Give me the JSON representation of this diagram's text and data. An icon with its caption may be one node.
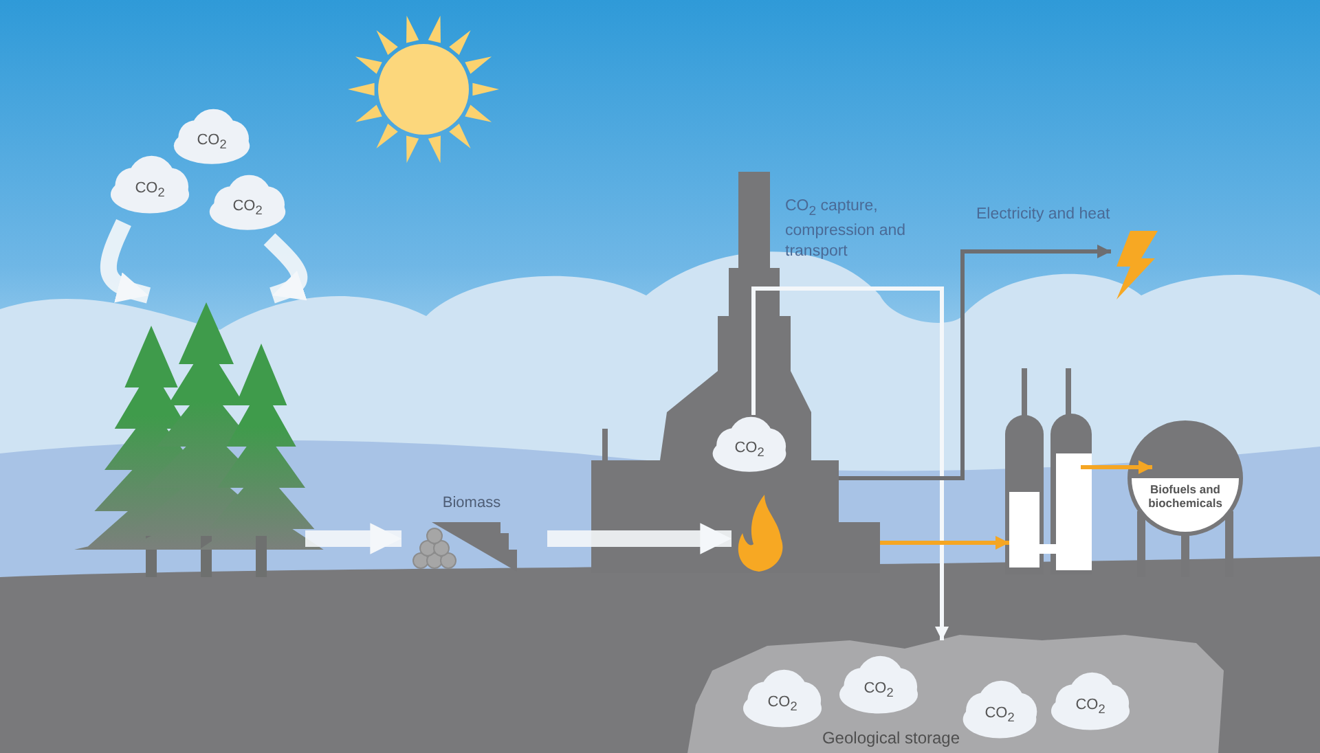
{
  "diagram": {
    "nodes": [
      {
        "text": [
          "CO$_{2}$"
        ]
      },
      {
        "text": [
          "CO$_{2}$"
        ]
      },
      {
        "text": [
          "CO$_{2}$"
        ]
      },
      {
        "text": [],
        "shape": "picture"
      },
      {
        "text": [
          "Biomass"
        ]
      },
      {
        "text": [],
        "shape": "picture"
      },
      {
        "text": [
          "CO$_{2}$"
        ],
        "in": 5
      },
      {
        "text": [],
        "shape": "picture",
        "in": 5
      },
      {
        "text": [],
        "shape": "picture"
      },
      {
        "text": [],
        "shape": "picture"
      },
      {
        "text": [
          "Biofuels and biochemicals"
        ]
      },
      {
        "text": [
          "Geological storage"
        ]
      },
      {
        "text": [
          "CO$_{2}$"
        ],
        "in": 11
      },
      {
        "text": [
          "CO$_{2}$"
        ],
        "in": 11
      },
      {
        "text": [
          "CO$_{2}$"
        ],
        "in": 11
      },
      {
        "text": [
          "CO$_{2}$"
        ],
        "in": 11
      }
    ],
    "edges": [
      {
        "from": 1,
        "to": 3,
        "arrow": "to",
        "style": "thick"
      },
      {
        "from": 2,
        "to": 3,
        "arrow": "to",
        "style": "thick"
      },
      {
        "from": 3,
        "to": 4,
        "arrow": "to",
        "style": "thick"
      },
      {
        "from": 4,
        "to": 7,
        "arrow": "to",
        "style": "thick"
      },
      {
        "from": 6,
        "to": 11,
        "arrow": "to"
      },
      {
        "from": 5,
        "to": 8,
        "arrow": "to",
        "color": "#6d6e71"
      },
      {
        "from": 5,
        "to": 9,
        "arrow": "to",
        "color": "#f5a623"
      },
      {
        "from": 9,
        "to": 10,
        "arrow": "to",
        "color": "#f5a623"
      }
    ],
    "labels": [
      "CO$_{2}$ capture, compression and transport",
      "Electricity and heat"
    ]
  }
}
